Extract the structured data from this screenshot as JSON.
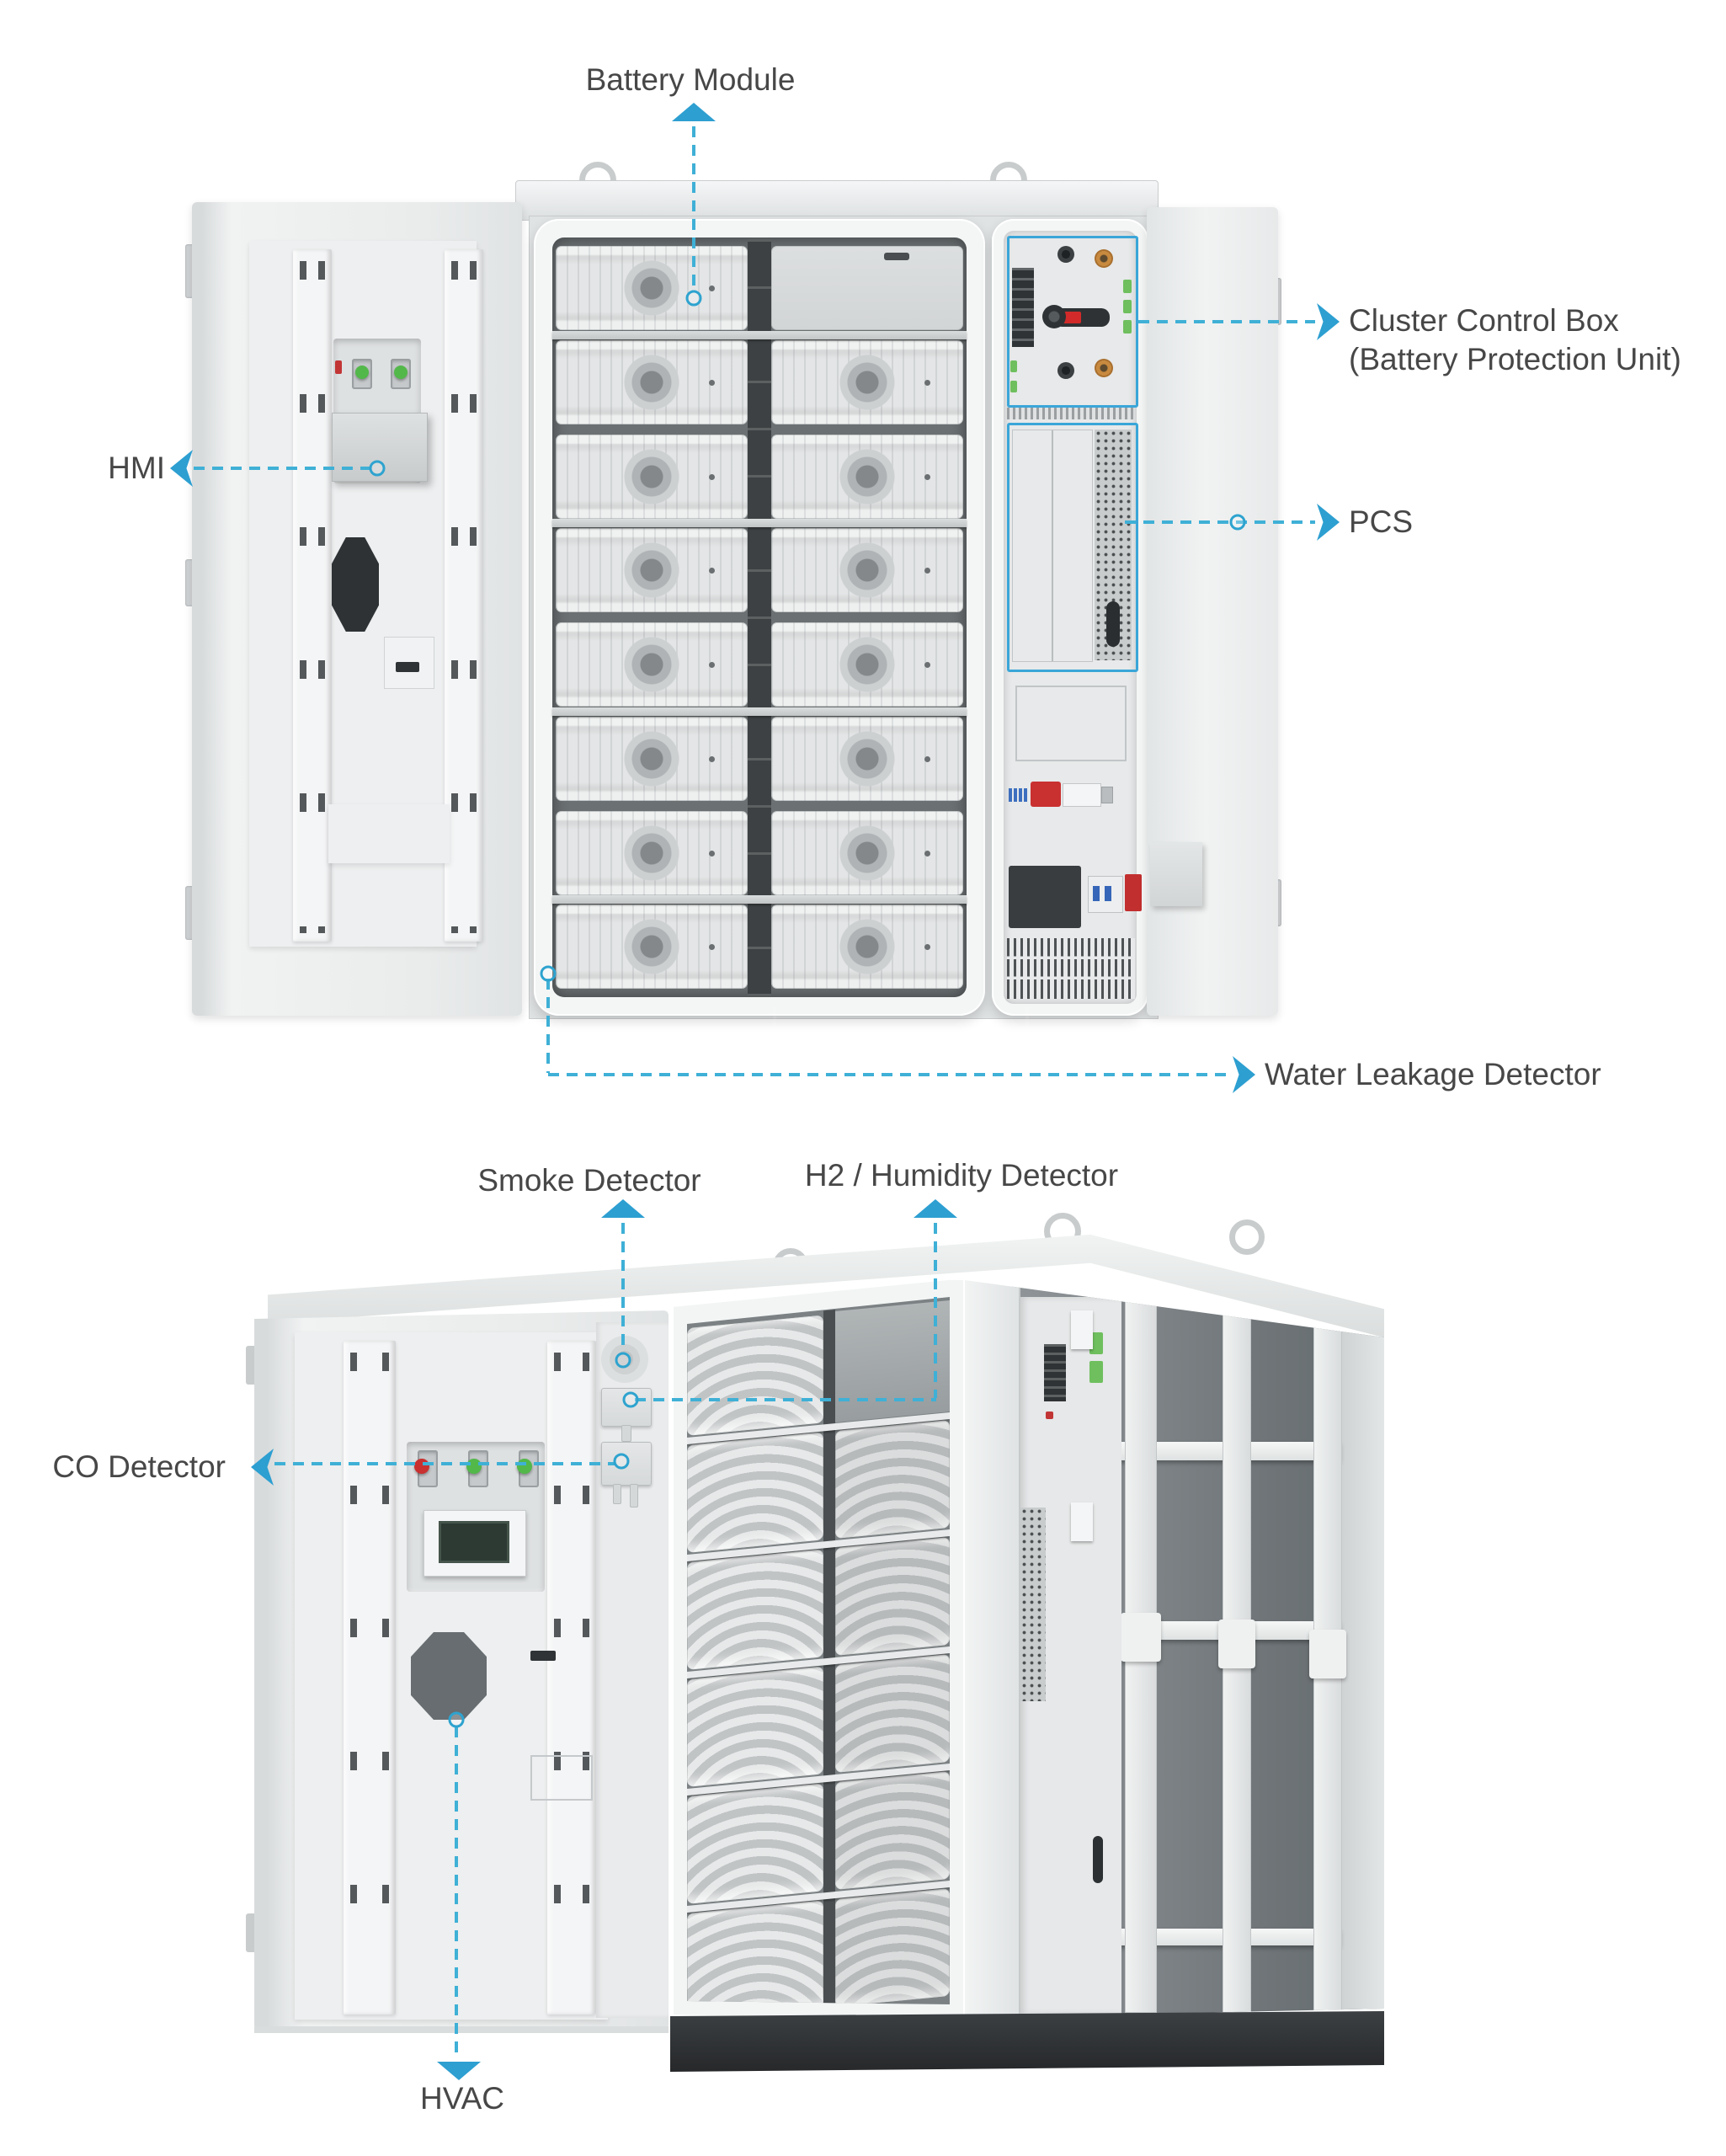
{
  "colors": {
    "accent_arrow": "#2d9fd1",
    "accent_dash": "#3fb0d6",
    "label_text": "#474747",
    "highlight_outline": "#3aa6d8",
    "cabinet_light": "#eef0f1",
    "base_dark": "#34383a"
  },
  "front_view": {
    "callouts": {
      "battery_module": {
        "label": "Battery Module"
      },
      "cluster_control_box": {
        "label_line1": "Cluster Control Box",
        "label_line2": "(Battery Protection Unit)"
      },
      "pcs": {
        "label": "PCS"
      },
      "hmi": {
        "label": "HMI"
      },
      "water_leakage_detector": {
        "label": "Water Leakage Detector"
      }
    }
  },
  "angled_view": {
    "callouts": {
      "smoke_detector": {
        "label": "Smoke Detector"
      },
      "h2_humidity_detector": {
        "label": "H2 / Humidity Detector"
      },
      "co_detector": {
        "label": "CO Detector"
      },
      "hvac": {
        "label": "HVAC"
      }
    }
  }
}
